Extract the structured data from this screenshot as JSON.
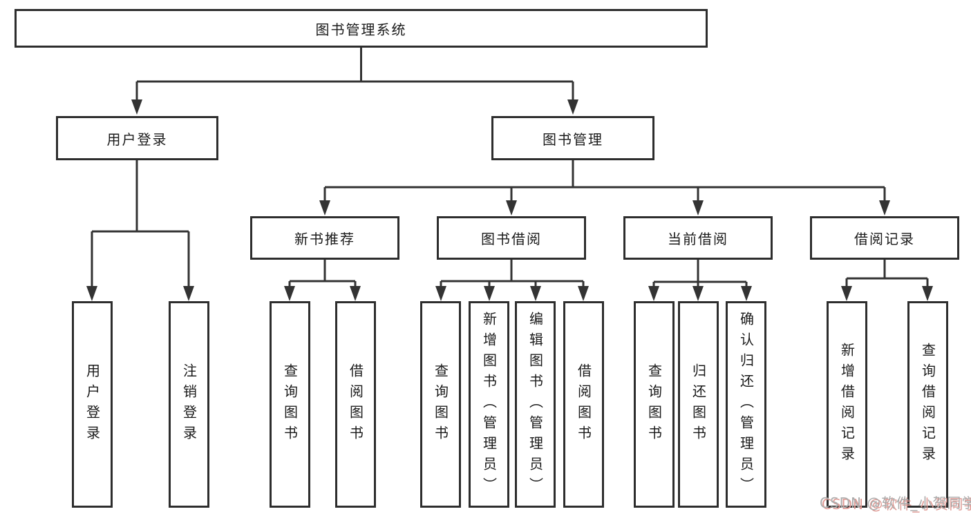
{
  "diagram": {
    "root": "图书管理系统",
    "branches": [
      {
        "label": "用户登录",
        "leaves": [
          "用户登录",
          "注销登录"
        ]
      },
      {
        "label": "图书管理",
        "groups": [
          {
            "label": "新书推荐",
            "leaves": [
              "查询图书",
              "借阅图书"
            ]
          },
          {
            "label": "图书借阅",
            "leaves": [
              "查询图书",
              "新增图书（管理员）",
              "编辑图书（管理员）",
              "借阅图书"
            ]
          },
          {
            "label": "当前借阅",
            "leaves": [
              "查询图书",
              "归还图书",
              "确认归还（管理员）"
            ]
          },
          {
            "label": "借阅记录",
            "leaves": [
              "新增借阅记录",
              "查询借阅记录"
            ]
          }
        ]
      }
    ]
  },
  "watermark": "CSDN @软件_小贺同学",
  "colors": {
    "line": "#333333",
    "box_border": "#2d2d2d",
    "text": "#1a1a1a",
    "background": "#ffffff",
    "watermark_gray": "#ababab",
    "watermark_red": "#e09a94"
  }
}
